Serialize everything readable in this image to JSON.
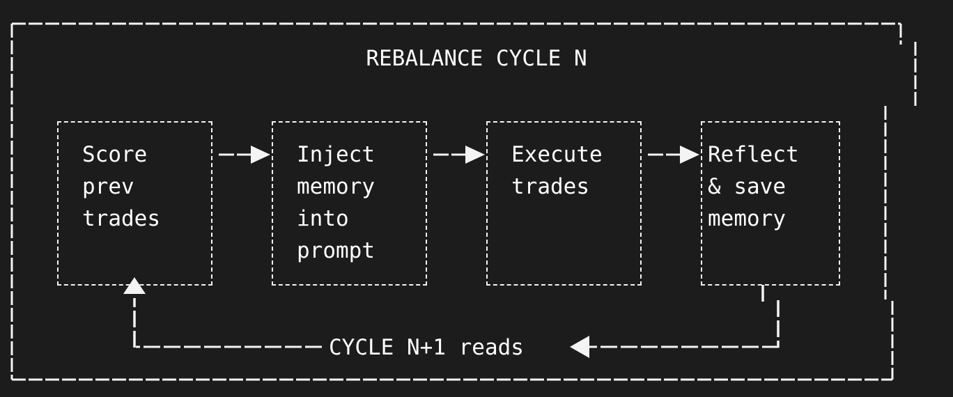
{
  "diagram": {
    "background_color": "#1c1c1c",
    "stroke_color": "#f4f4f4",
    "text_color": "#ffffff",
    "subgraph": {
      "title": "REBALANCE CYCLE N"
    },
    "nodes": [
      {
        "id": "score-prev-trades",
        "lines": [
          "Score",
          "prev",
          "trades"
        ],
        "text": "Score\nprev\ntrades"
      },
      {
        "id": "inject-memory-into-prompt",
        "lines": [
          "Inject",
          "memory",
          "into",
          "prompt"
        ],
        "text": "Inject\nmemory\ninto\nprompt"
      },
      {
        "id": "execute-trades",
        "lines": [
          "Execute",
          "trades"
        ],
        "text": "Execute\ntrades"
      },
      {
        "id": "reflect-and-save-memory",
        "lines": [
          "Reflect",
          "& save",
          "memory"
        ],
        "text": "Reflect\n& save\nmemory"
      }
    ],
    "edges": [
      {
        "id": "edge-score-to-inject",
        "label": ""
      },
      {
        "id": "edge-inject-to-execute",
        "label": ""
      },
      {
        "id": "edge-execute-to-reflect",
        "label": ""
      },
      {
        "id": "edge-feedback-loop",
        "label": "CYCLE N+1 reads"
      }
    ]
  }
}
